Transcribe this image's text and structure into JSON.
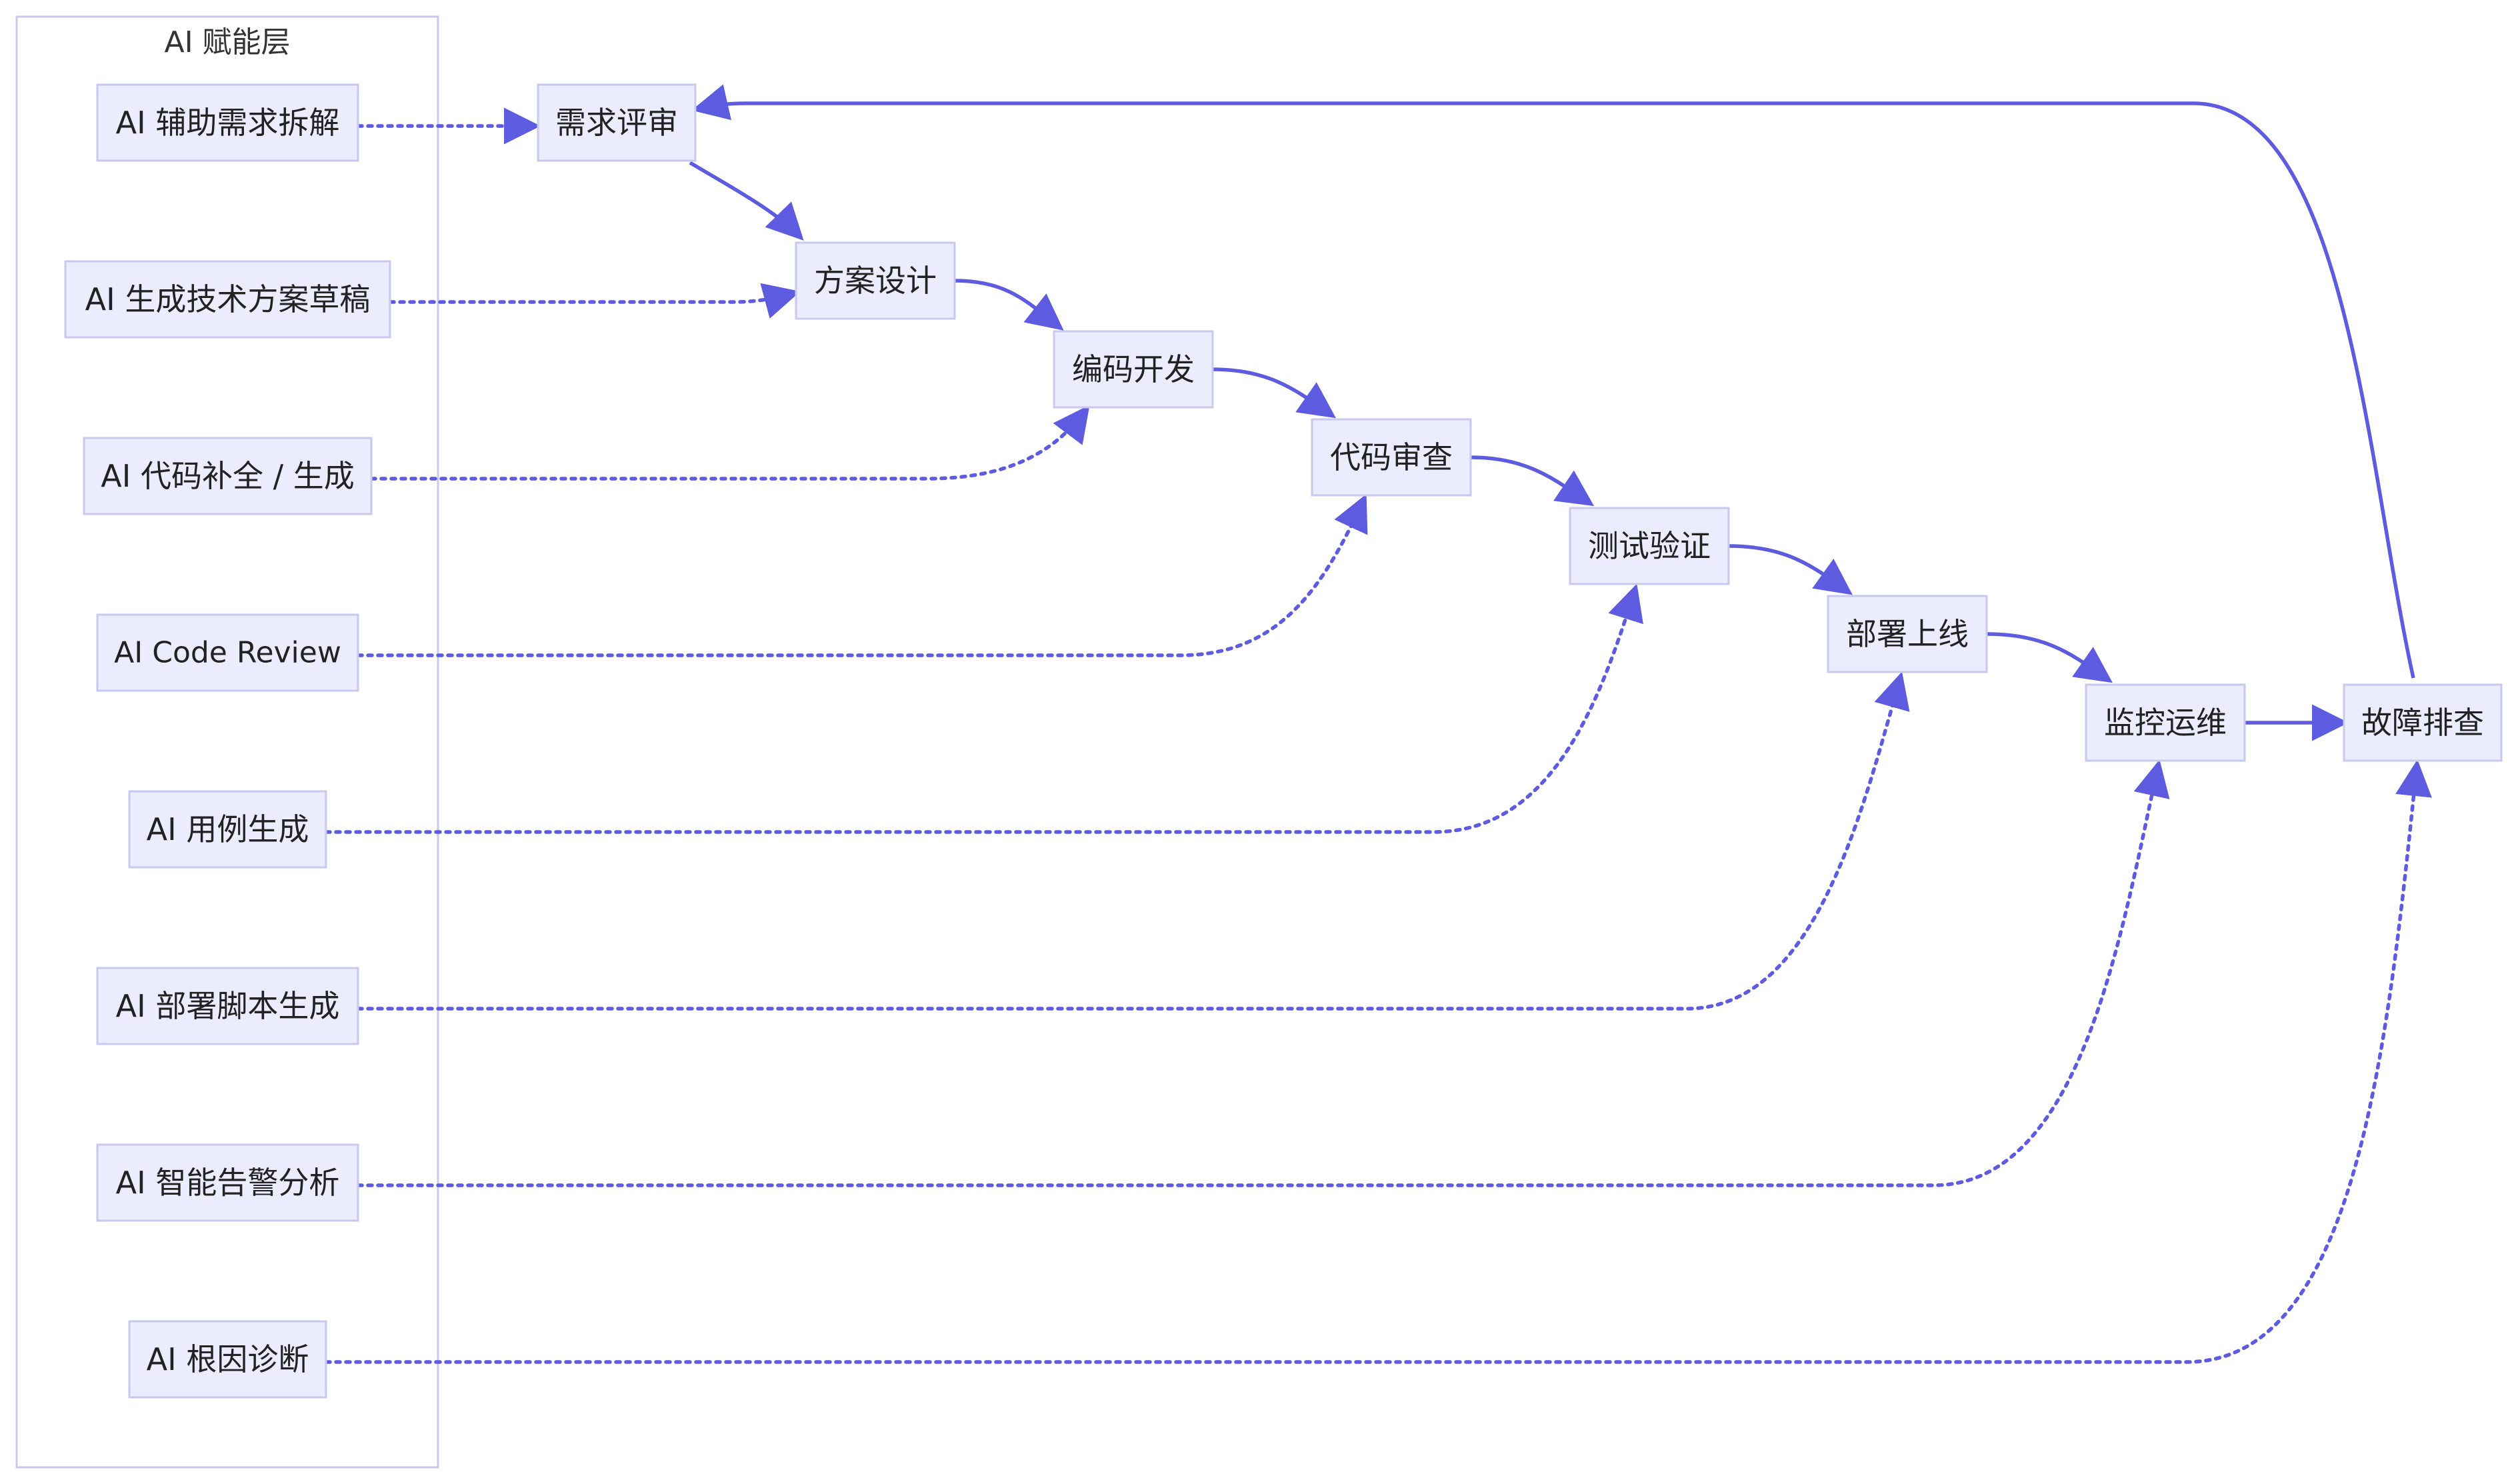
{
  "colors": {
    "edge": "#5d5be0",
    "node_fill": "#ececff",
    "node_stroke": "#c9c9f0"
  },
  "group": {
    "title": "AI 赋能层"
  },
  "stages": [
    {
      "id": "req",
      "label": "需求评审"
    },
    {
      "id": "design",
      "label": "方案设计"
    },
    {
      "id": "code",
      "label": "编码开发"
    },
    {
      "id": "review",
      "label": "代码审查"
    },
    {
      "id": "test",
      "label": "测试验证"
    },
    {
      "id": "deploy",
      "label": "部署上线"
    },
    {
      "id": "monitor",
      "label": "监控运维"
    },
    {
      "id": "incident",
      "label": "故障排查"
    }
  ],
  "ai_nodes": [
    {
      "id": "ai_req",
      "label": "AI 辅助需求拆解",
      "target": "req"
    },
    {
      "id": "ai_design",
      "label": "AI 生成技术方案草稿",
      "target": "design"
    },
    {
      "id": "ai_code",
      "label": "AI 代码补全 / 生成",
      "target": "code"
    },
    {
      "id": "ai_review",
      "label": "AI Code Review",
      "target": "review"
    },
    {
      "id": "ai_test",
      "label": "AI 用例生成",
      "target": "test"
    },
    {
      "id": "ai_deploy",
      "label": "AI 部署脚本生成",
      "target": "deploy"
    },
    {
      "id": "ai_alert",
      "label": "AI 智能告警分析",
      "target": "monitor"
    },
    {
      "id": "ai_rca",
      "label": "AI 根因诊断",
      "target": "incident"
    }
  ],
  "flow_edges": [
    {
      "from": "req",
      "to": "design"
    },
    {
      "from": "design",
      "to": "code"
    },
    {
      "from": "code",
      "to": "review"
    },
    {
      "from": "review",
      "to": "test"
    },
    {
      "from": "test",
      "to": "deploy"
    },
    {
      "from": "deploy",
      "to": "monitor"
    },
    {
      "from": "monitor",
      "to": "incident"
    },
    {
      "from": "incident",
      "to": "req"
    }
  ]
}
